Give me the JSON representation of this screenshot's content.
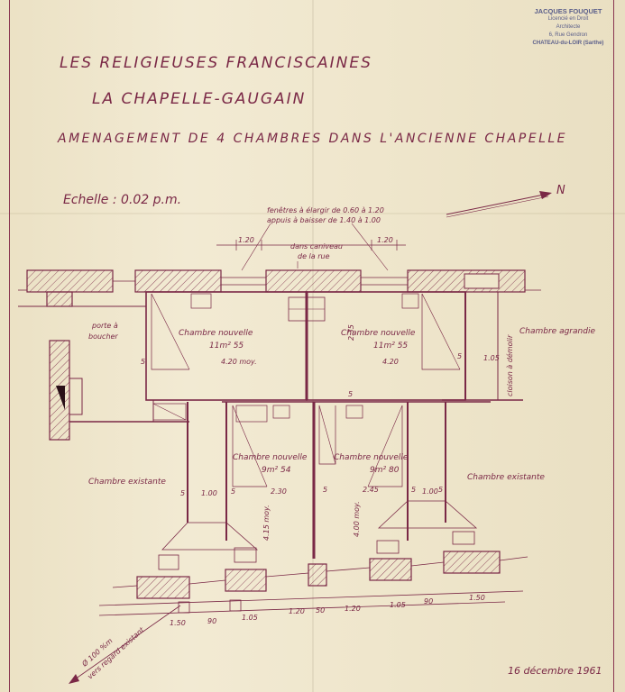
{
  "stamp": {
    "name": "JACQUES FOUQUET",
    "line2": "Licencié en Droit",
    "line3": "Architecte",
    "line4": "6, Rue Gendron",
    "line5": "CHATEAU-du-LOIR (Sarthe)"
  },
  "title": {
    "line1": "LES RELIGIEUSES FRANCISCAINES",
    "line2": "LA CHAPELLE-GAUGAIN",
    "line3": "AMENAGEMENT DE 4 CHAMBRES DANS L'ANCIENNE CHAPELLE"
  },
  "scale": "Echelle : 0.02 p.m.",
  "north": "N",
  "notes": {
    "windows_1": "fenêtres à élargir de 0.60 à 1.20",
    "windows_2": "appuis à baisser de 1.40 à 1.00",
    "street_1": "dans caniveau",
    "street_2": "de la rue",
    "wall": "cloison à démolir",
    "drain_1": "Ø 100 %m",
    "drain_2": "vers regard existant"
  },
  "rooms": {
    "door": "porte à",
    "door2": "boucher",
    "new_1": "Chambre nouvelle",
    "new_1_area": "11m² 55",
    "new_1_dim": "4.20 moy.",
    "new_2": "Chambre nouvelle",
    "new_2_area": "11m² 55",
    "new_2_dim": "4.20",
    "enlarged": "Chambre agrandie",
    "exist_left": "Chambre existante",
    "exist_right": "Chambre existante",
    "new_3": "Chambre nouvelle",
    "new_3_area": "9m² 54",
    "new_4": "Chambre nouvelle",
    "new_4_area": "9m² 80"
  },
  "dims": {
    "top_left": "1.20",
    "top_right": "1.20",
    "d_5": "5",
    "d_235": "2.35",
    "d_105": "1.05",
    "d_100": "1.00",
    "d_230": "2.30",
    "d_245": "2.45",
    "d_415": "4.15 moy.",
    "d_400": "4.00 moy.",
    "bottom_upper": [
      "1.20",
      "50",
      "1.20",
      "1.05",
      "90",
      "1.50"
    ],
    "bottom_lower": [
      "1.50",
      "90",
      "1.05"
    ]
  },
  "date": "16 décembre 1961",
  "colors": {
    "ink": "#7a2846",
    "paper": "#efe6cc",
    "stamp": "#5a5e8a"
  }
}
